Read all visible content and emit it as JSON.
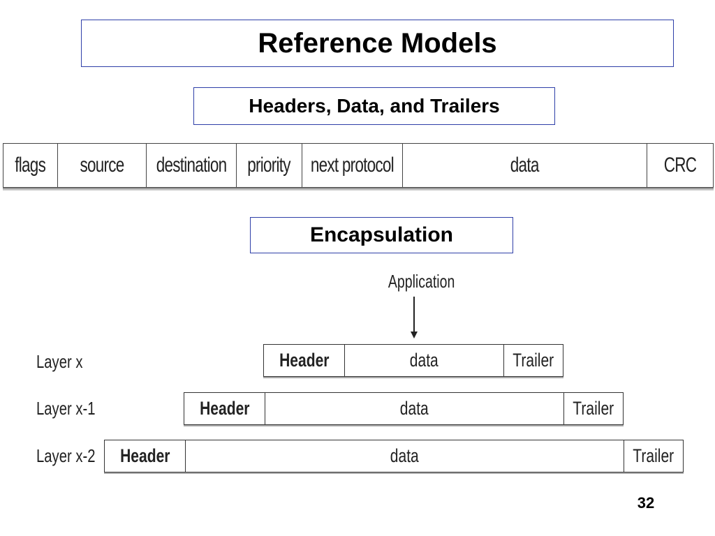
{
  "title": "Reference Models",
  "section1": {
    "heading": "Headers, Data, and Trailers",
    "fields": [
      "flags",
      "source",
      "destination",
      "priority",
      "next protocol",
      "data",
      "CRC"
    ]
  },
  "section2": {
    "heading": "Encapsulation",
    "source_label": "Application",
    "layers": [
      {
        "label": "Layer x",
        "header": "Header",
        "data": "data",
        "trailer": "Trailer"
      },
      {
        "label": "Layer x-1",
        "header": "Header",
        "data": "data",
        "trailer": "Trailer"
      },
      {
        "label": "Layer x-2",
        "header": "Header",
        "data": "data",
        "trailer": "Trailer"
      }
    ]
  },
  "page_number": "32"
}
